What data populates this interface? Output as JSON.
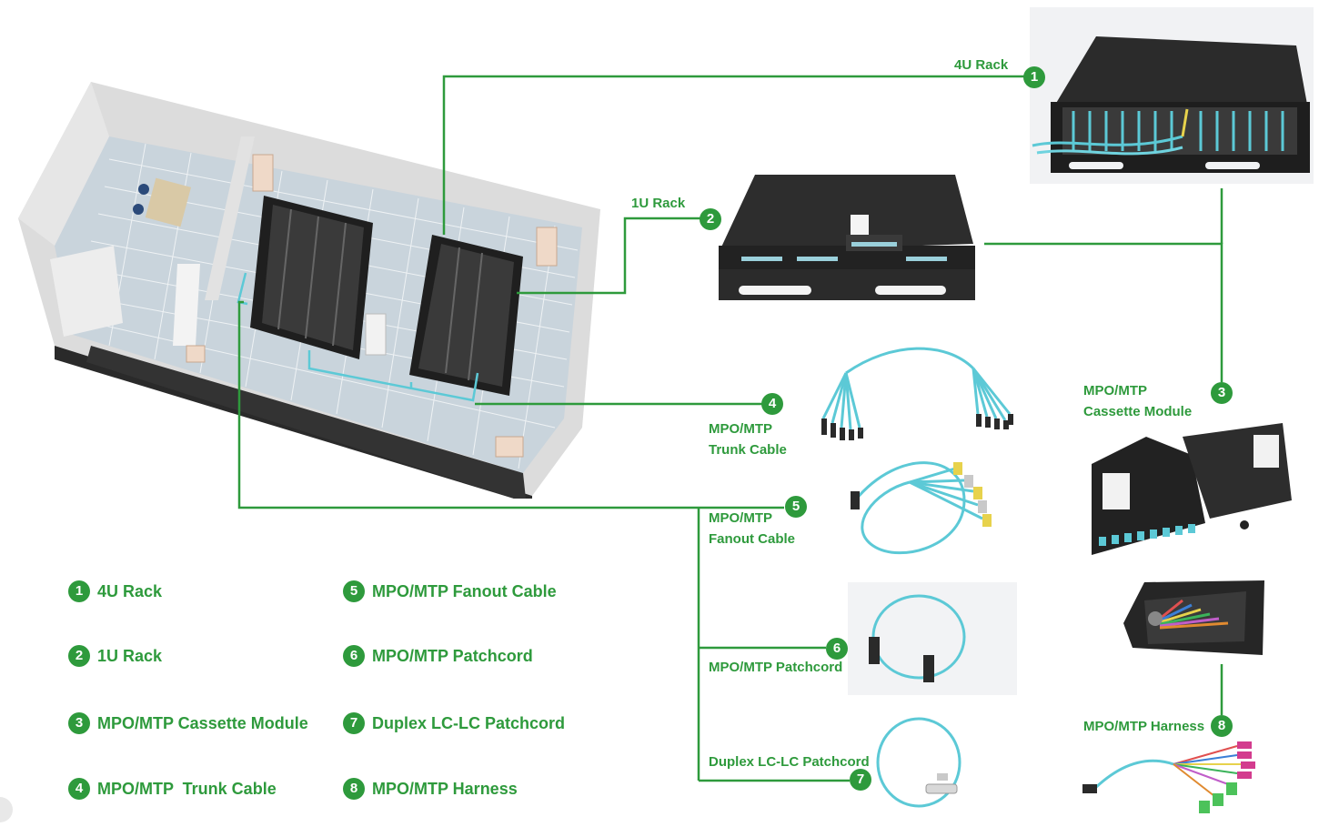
{
  "colors": {
    "accent": "#2e9a3c",
    "fiber": "#5cc9d6",
    "rack": "#2a2a2a"
  },
  "callouts": [
    {
      "num": "1",
      "label": "4U Rack"
    },
    {
      "num": "2",
      "label": "1U Rack"
    },
    {
      "num": "3",
      "label_line1": "MPO/MTP",
      "label_line2": "Cassette Module"
    },
    {
      "num": "4",
      "label_line1": "MPO/MTP",
      "label_line2": "Trunk Cable"
    },
    {
      "num": "5",
      "label_line1": "MPO/MTP",
      "label_line2": "Fanout Cable"
    },
    {
      "num": "6",
      "label": "MPO/MTP Patchcord"
    },
    {
      "num": "7",
      "label": "Duplex LC-LC Patchcord"
    },
    {
      "num": "8",
      "label": "MPO/MTP Harness"
    }
  ],
  "legend": [
    {
      "num": "1",
      "text": "4U Rack"
    },
    {
      "num": "2",
      "text": "1U Rack"
    },
    {
      "num": "3",
      "text": "MPO/MTP Cassette Module"
    },
    {
      "num": "4",
      "text": "MPO/MTP  Trunk Cable"
    },
    {
      "num": "5",
      "text": "MPO/MTP Fanout Cable"
    },
    {
      "num": "6",
      "text": "MPO/MTP Patchcord"
    },
    {
      "num": "7",
      "text": "Duplex LC-LC Patchcord"
    },
    {
      "num": "8",
      "text": "MPO/MTP Harness"
    }
  ]
}
